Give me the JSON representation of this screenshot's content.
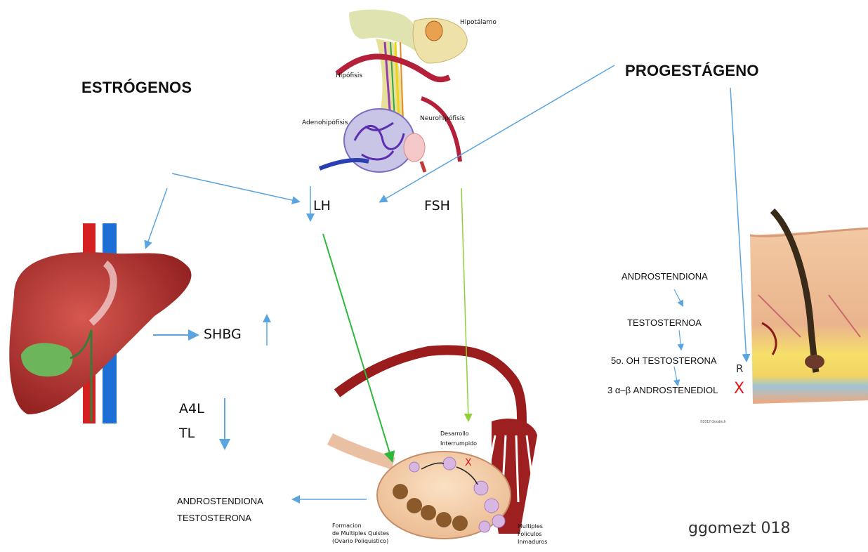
{
  "labels": {
    "estrogenos": "ESTRÓGENOS",
    "progestageno": "PROGESTÁGENO",
    "lh": "LH",
    "fsh": "FSH",
    "shbg": "SHBG",
    "a4l": "A4L",
    "tl": "TL",
    "androstendiona_left": "ANDROSTENDIONA",
    "testosterona_left": "TESTOSTERONA",
    "signature": "ggomezt 018"
  },
  "pituitary": {
    "hipotalamo": "Hipotálamo",
    "hipofisis": "Hipófisis",
    "adenohipofisis": "Adenohipófisis",
    "neurohipofisis": "Neurohipófisis"
  },
  "ovary": {
    "desarrollo": "Desarrollo",
    "interrumpido": "Interrumpido",
    "formacion_1": "Formacion",
    "formacion_2": "de Multiples Quistes",
    "formacion_3": "(Ovario Poliquistico)",
    "multiples_1": "Multiples",
    "multiples_2": "Foliculos",
    "multiples_3": "Inmaduros"
  },
  "pathway": {
    "step1": "ANDROSTENDIONA",
    "step2": "TESTOSTERNOA",
    "step3": "5o. OH TESTOSTERONA",
    "step4": "3 α–β ANDROSTENEDIOL"
  },
  "skin_credit": "©2012 Goodrich",
  "colors": {
    "arrow_blue": "#5aa5e0",
    "arrow_green": "#2db83a",
    "arrow_lightgreen": "#8fd03a",
    "liver": "#b32a2a",
    "vein_blue": "#1d6fd6",
    "artery_red": "#d42020",
    "block_x": "#e01a1a"
  }
}
